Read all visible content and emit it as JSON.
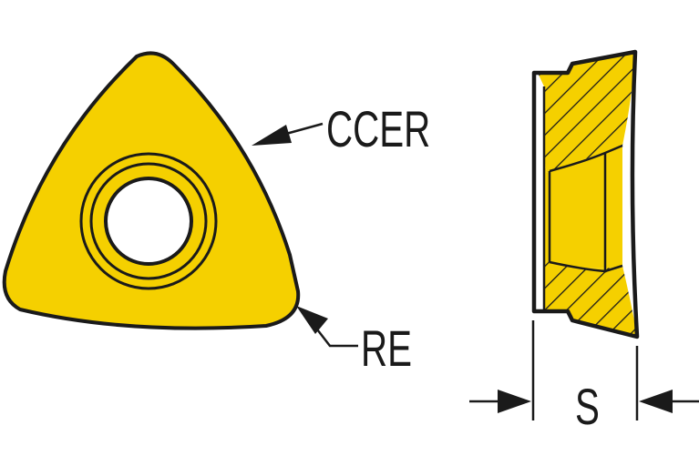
{
  "colors": {
    "insert_fill": "#f5d000",
    "outline": "#1a1a1a",
    "background": "#ffffff"
  },
  "labels": {
    "ccer": "CCER",
    "re": "RE",
    "s": "S"
  }
}
